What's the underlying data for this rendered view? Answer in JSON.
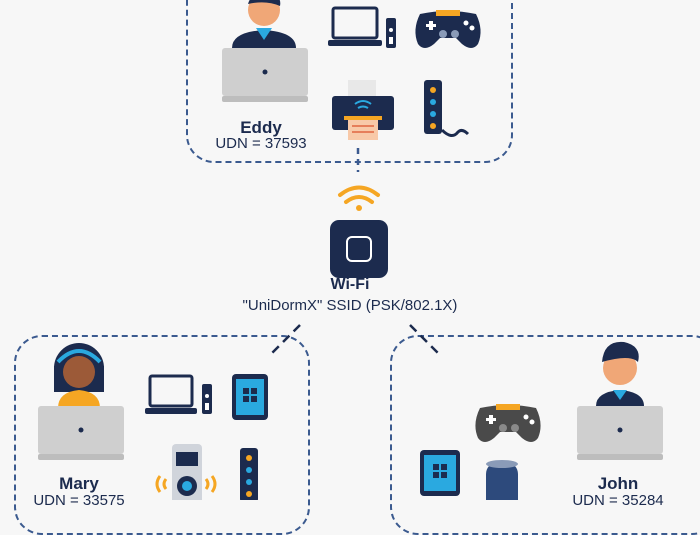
{
  "access_point": {
    "title": "Wi-Fi",
    "ssid_line": "\"UniDormX\" SSID (PSK/802.1X)"
  },
  "users": [
    {
      "name": "Eddy",
      "udn": "UDN = 37593",
      "devices": [
        "laptop-icon",
        "desktop-computer-icon",
        "game-controller-icon",
        "printer-icon",
        "streaming-stick-icon"
      ]
    },
    {
      "name": "Mary",
      "udn": "UDN = 33575",
      "devices": [
        "laptop-icon",
        "desktop-computer-icon",
        "tablet-icon",
        "smart-doorbell-icon",
        "streaming-stick-icon"
      ]
    },
    {
      "name": "John",
      "udn": "UDN = 35284",
      "devices": [
        "laptop-icon",
        "game-controller-icon",
        "tablet-icon",
        "smart-speaker-icon"
      ]
    }
  ],
  "colors": {
    "navy": "#1c2b4e",
    "accent_orange": "#f5a623",
    "accent_blue": "#2aa9e0",
    "laptop_gray": "#cfcfcf",
    "dashed": "#3b5a8f"
  }
}
